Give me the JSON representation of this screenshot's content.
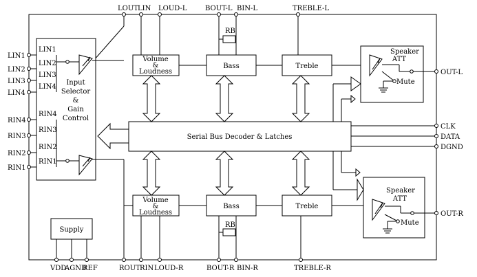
{
  "pins": {
    "top": [
      "LOUT",
      "LIN",
      "LOUD-L",
      "BOUT-L",
      "BIN-L",
      "TREBLE-L"
    ],
    "bottom": [
      "VDD",
      "AGND",
      "REF",
      "ROUT",
      "RIN",
      "LOUD-R",
      "BOUT-R",
      "BIN-R",
      "TREBLE-R"
    ],
    "left": [
      "LIN1",
      "LIN2",
      "LIN3",
      "LIN4",
      "RIN4",
      "RIN3",
      "RIN2",
      "RIN1"
    ],
    "right": [
      "OUT-L",
      "CLK",
      "DATA",
      "DGND",
      "OUT-R"
    ]
  },
  "selector": {
    "inner_left": [
      "LIN1",
      "LIN2",
      "LIN3",
      "LIN4"
    ],
    "inner_right": [
      "RIN4",
      "RIN3",
      "RIN2",
      "RIN1"
    ],
    "title_lines": [
      "Input",
      "Selector",
      "&",
      "Gain",
      "Control"
    ]
  },
  "blocks": {
    "volume_lines": [
      "Volume",
      "&",
      "Loudness"
    ],
    "bass": "Bass",
    "treble": "Treble",
    "rb": "RB",
    "decoder": "Serial Bus Decoder & Latches",
    "supply": "Supply",
    "speaker_lines": [
      "Speaker",
      "ATT"
    ],
    "mute": "Mute"
  }
}
